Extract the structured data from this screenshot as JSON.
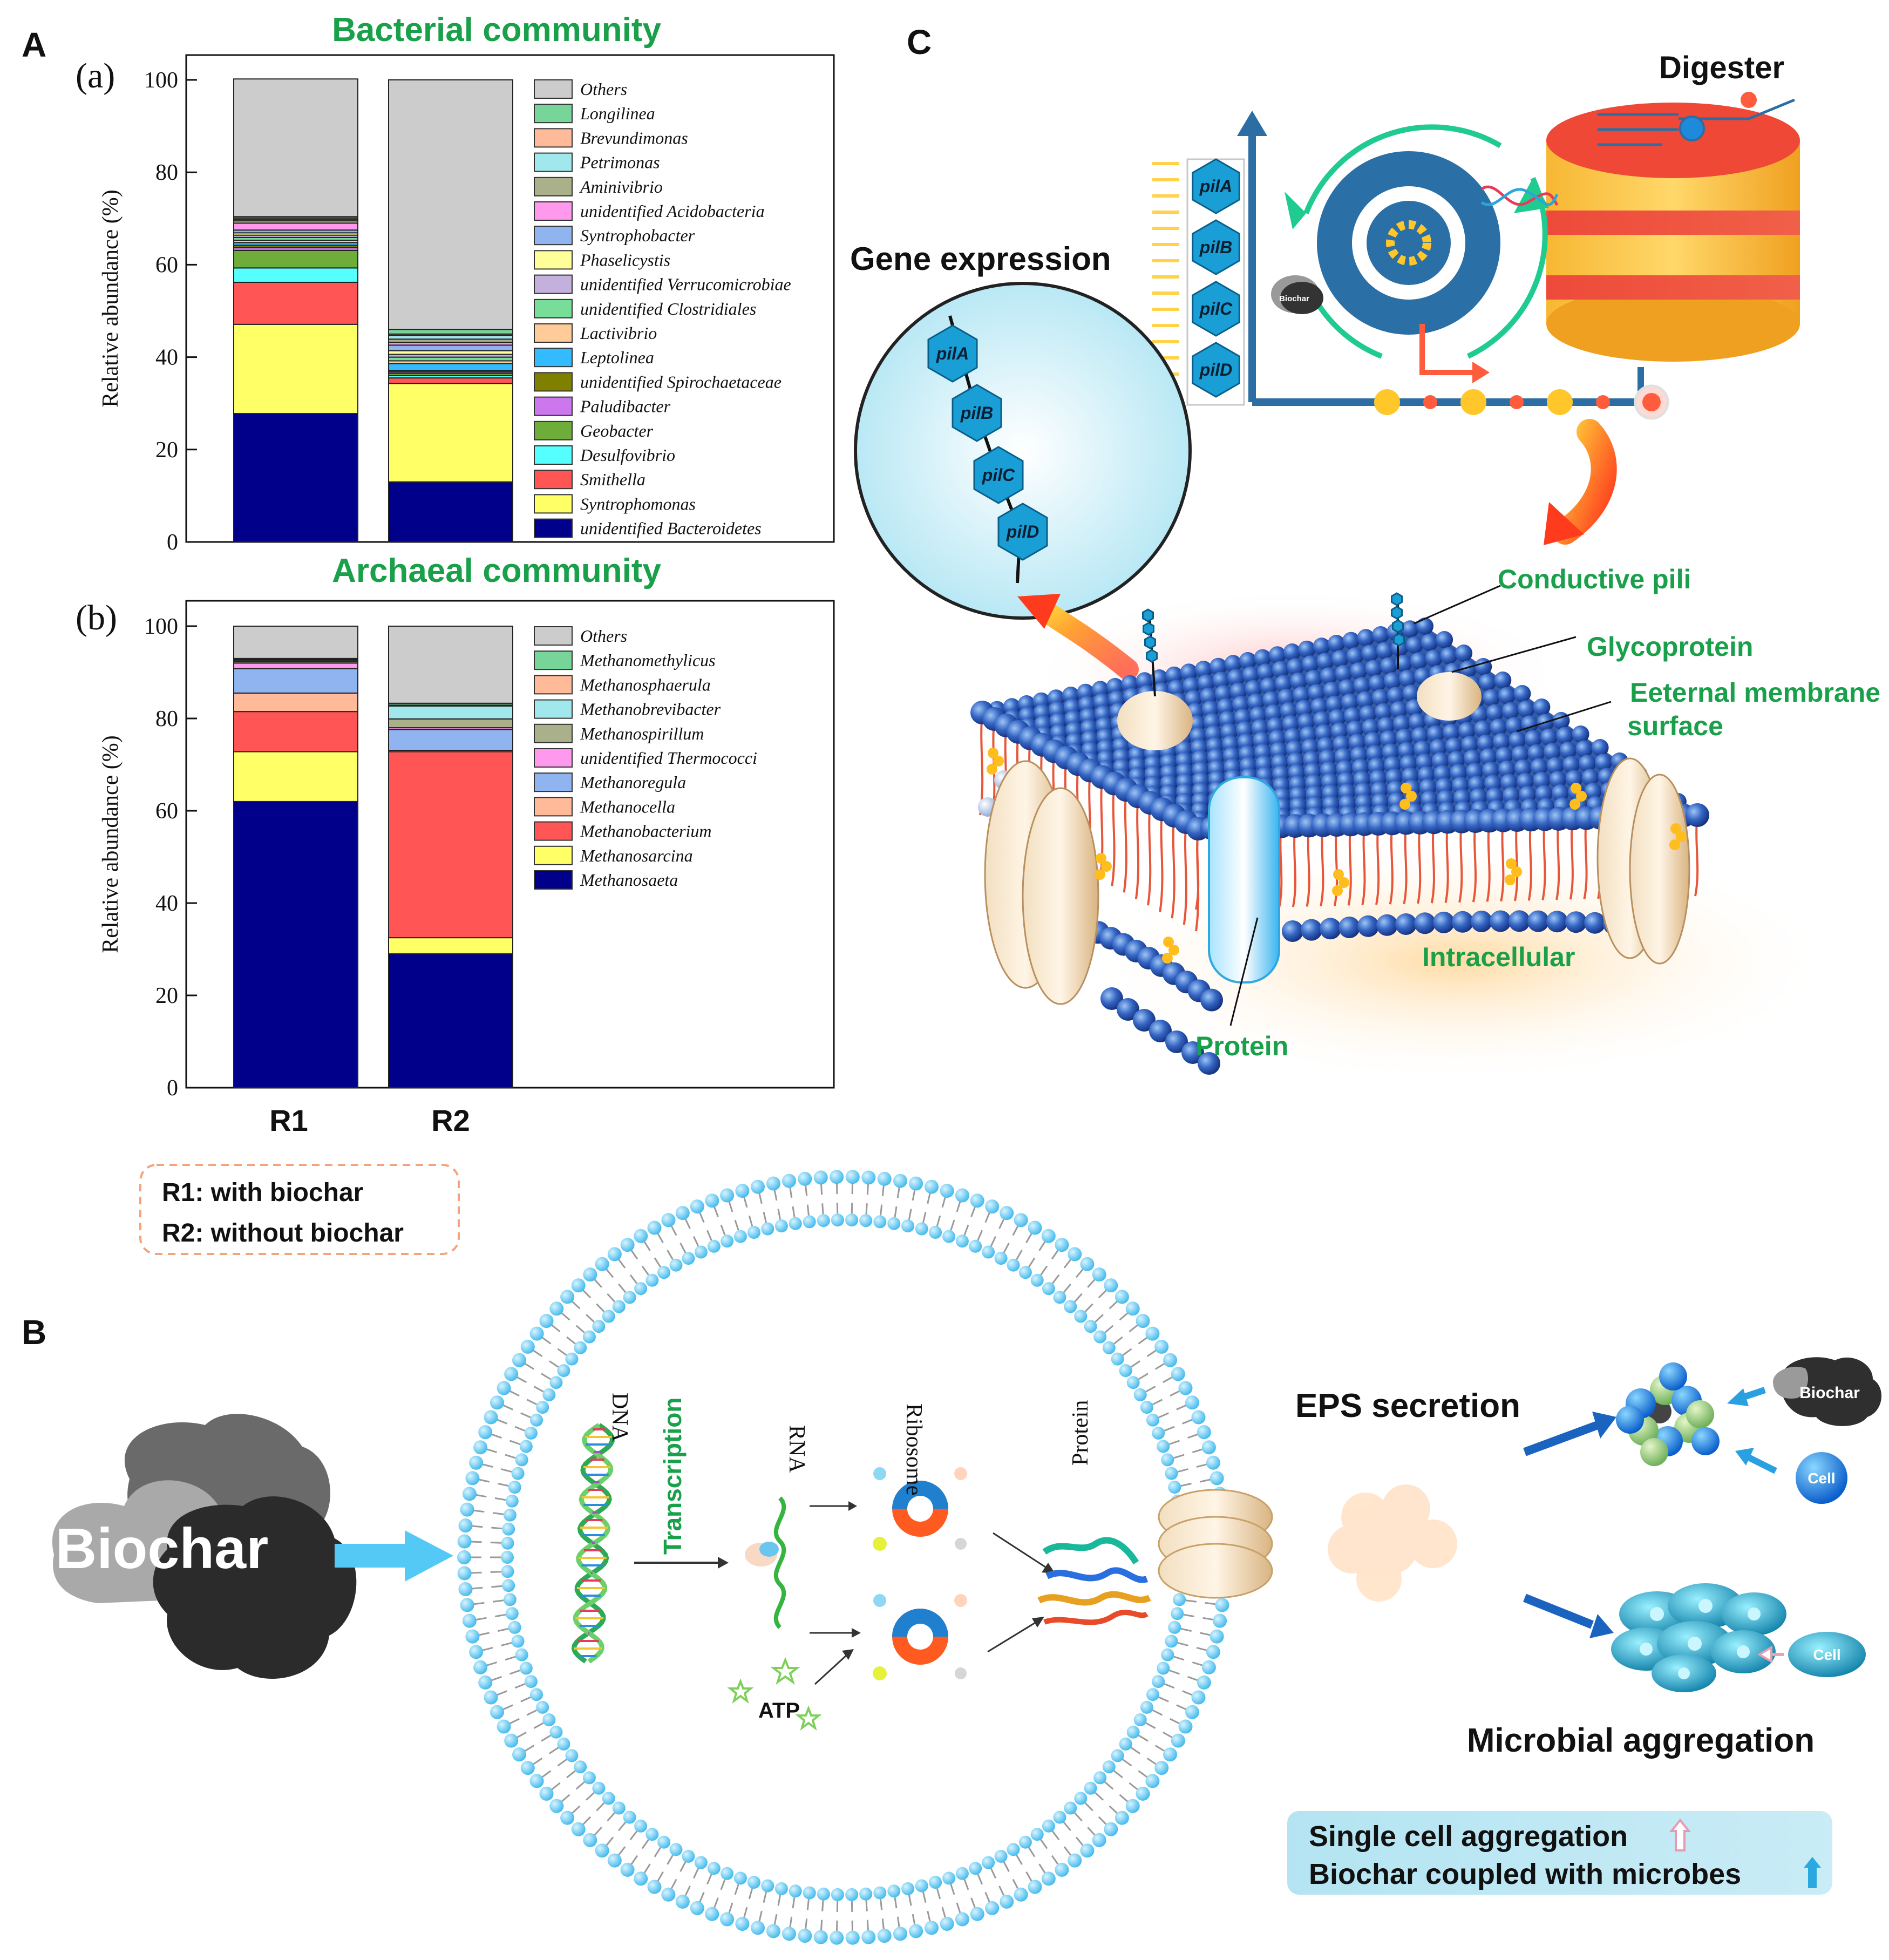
{
  "panels": {
    "A": {
      "label": "A",
      "charts": [
        {
          "sub_label": "(a)",
          "title": "Bacterial community",
          "ylabel": "Relative abundance (%)",
          "ylim": [
            0,
            100
          ],
          "yticks": [
            "0",
            "20",
            "40",
            "60",
            "80",
            "100"
          ],
          "categories": [
            "R1",
            "R2"
          ],
          "legend": [
            "Others",
            "Longilinea",
            "Brevundimonas",
            "Petrimonas",
            "Aminivibrio",
            "unidentified Acidobacteria",
            "Syntrophobacter",
            "Phaselicystis",
            "unidentified Verrucomicrobiae",
            "unidentified Clostridiales",
            "Lactivibrio",
            "Leptolinea",
            "unidentified Spirochaetaceae",
            "Paludibacter",
            "Geobacter",
            "Desulfovibrio",
            "Smithella",
            "Syntrophomonas",
            "unidentified Bacteroidetes"
          ]
        },
        {
          "sub_label": "(b)",
          "title": "Archaeal community",
          "ylabel": "Relative abundance (%)",
          "ylim": [
            0,
            100
          ],
          "yticks": [
            "0",
            "20",
            "40",
            "60",
            "80",
            "100"
          ],
          "categories": [
            "R1",
            "R2"
          ],
          "legend": [
            "Others",
            "Methanomethylicus",
            "Methanosphaerula",
            "Methanobrevibacter",
            "Methanospirillum",
            "unidentified Thermococci",
            "Methanoregula",
            "Methanocella",
            "Methanobacterium",
            "Methanosarcina",
            "Methanosaeta"
          ]
        }
      ],
      "category_labels": [
        "R1",
        "R2"
      ],
      "note": [
        "R1: with biochar",
        "R2: without biochar"
      ]
    },
    "B": {
      "label": "B",
      "biochar": "Biochar",
      "dna": "DNA",
      "transcription": "Transcription",
      "rna": "RNA",
      "ribosome": "Ribosome",
      "protein": "Protein",
      "atp": "ATP",
      "eps": "EPS secretion",
      "aggregation": "Microbial aggregation",
      "small_biochar": "Biochar",
      "cell": "Cell",
      "cell2": "Cell",
      "summary": [
        "Single cell aggregation",
        "Biochar coupled with microbes"
      ]
    },
    "C": {
      "label": "C",
      "digester": "Digester",
      "gene_expression": "Gene expression",
      "genes": [
        "pilA",
        "pilB",
        "pilC",
        "pilD"
      ],
      "mini_biochar": "Biochar",
      "conductive_pili": "Conductive pili",
      "glycoprotein": "Glycoprotein",
      "membrane": [
        "Eeternal membrane",
        "surface"
      ],
      "intracellular": "Intracellular",
      "protein": "Protein"
    }
  },
  "chart_data": [
    {
      "type": "bar",
      "stacked": true,
      "title": "Bacterial community",
      "ylabel": "Relative abundance (%)",
      "categories": [
        "R1",
        "R2"
      ],
      "ylim": [
        0,
        100
      ],
      "series": [
        {
          "name": "unidentified Bacteroidetes",
          "values": [
            27.8,
            13.0
          ],
          "color": "#00008b"
        },
        {
          "name": "Syntrophomonas",
          "values": [
            19.3,
            21.3
          ],
          "color": "#ffff66"
        },
        {
          "name": "Smithella",
          "values": [
            9.1,
            1.2
          ],
          "color": "#ff5555"
        },
        {
          "name": "Desulfovibrio",
          "values": [
            3.1,
            0.5
          ],
          "color": "#55ffff"
        },
        {
          "name": "Geobacter",
          "values": [
            3.8,
            0.5
          ],
          "color": "#6fad3a"
        },
        {
          "name": "Paludibacter",
          "values": [
            0.6,
            0.3
          ],
          "color": "#cc77ee"
        },
        {
          "name": "unidentified Spirochaetaceae",
          "values": [
            0.5,
            0.3
          ],
          "color": "#808000"
        },
        {
          "name": "Leptolinea",
          "values": [
            0.6,
            1.5
          ],
          "color": "#33bbff"
        },
        {
          "name": "Lactivibrio",
          "values": [
            0.5,
            0.6
          ],
          "color": "#ffcc99"
        },
        {
          "name": "unidentified Clostridiales",
          "values": [
            0.6,
            0.8
          ],
          "color": "#77dd99"
        },
        {
          "name": "unidentified Verrucomicrobiae",
          "values": [
            0.5,
            0.6
          ],
          "color": "#c4b0dd"
        },
        {
          "name": "Phaselicystis",
          "values": [
            0.5,
            0.8
          ],
          "color": "#ffff99"
        },
        {
          "name": "Syntrophobacter",
          "values": [
            0.6,
            1.2
          ],
          "color": "#8fb4f0"
        },
        {
          "name": "unidentified Acidobacteria",
          "values": [
            1.5,
            0.6
          ],
          "color": "#ff99ee"
        },
        {
          "name": "Aminivibrio",
          "values": [
            0.5,
            0.7
          ],
          "color": "#aab08a"
        },
        {
          "name": "Petrimonas",
          "values": [
            0.3,
            0.8
          ],
          "color": "#a0e8ec"
        },
        {
          "name": "Brevundimonas",
          "values": [
            0.3,
            0.3
          ],
          "color": "#ffbb99"
        },
        {
          "name": "Longilinea",
          "values": [
            0.3,
            1.0
          ],
          "color": "#77d59a"
        },
        {
          "name": "Others",
          "values": [
            29.8,
            54.0
          ],
          "color": "#cccccc"
        }
      ]
    },
    {
      "type": "bar",
      "stacked": true,
      "title": "Archaeal community",
      "ylabel": "Relative abundance (%)",
      "categories": [
        "R1",
        "R2"
      ],
      "ylim": [
        0,
        100
      ],
      "series": [
        {
          "name": "Methanosaeta",
          "values": [
            62.0,
            29.0
          ],
          "color": "#00008b"
        },
        {
          "name": "Methanosarcina",
          "values": [
            10.8,
            3.5
          ],
          "color": "#ffff66"
        },
        {
          "name": "Methanobacterium",
          "values": [
            8.7,
            40.3
          ],
          "color": "#ff5555"
        },
        {
          "name": "Methanocella",
          "values": [
            4.0,
            0.3
          ],
          "color": "#ffbb99"
        },
        {
          "name": "Methanoregula",
          "values": [
            5.3,
            4.5
          ],
          "color": "#8fb4f0"
        },
        {
          "name": "unidentified Thermococci",
          "values": [
            1.2,
            0.4
          ],
          "color": "#ff99ee"
        },
        {
          "name": "Methanospirillum",
          "values": [
            0.3,
            1.9
          ],
          "color": "#aab08a"
        },
        {
          "name": "Methanobrevibacter",
          "values": [
            0.3,
            2.8
          ],
          "color": "#a0e8ec"
        },
        {
          "name": "Methanosphaerula",
          "values": [
            0.2,
            0.2
          ],
          "color": "#ffbb99"
        },
        {
          "name": "Methanomethylicus",
          "values": [
            0.2,
            0.4
          ],
          "color": "#77d59a"
        },
        {
          "name": "Others",
          "values": [
            7.0,
            16.7
          ],
          "color": "#cccccc"
        }
      ]
    }
  ]
}
